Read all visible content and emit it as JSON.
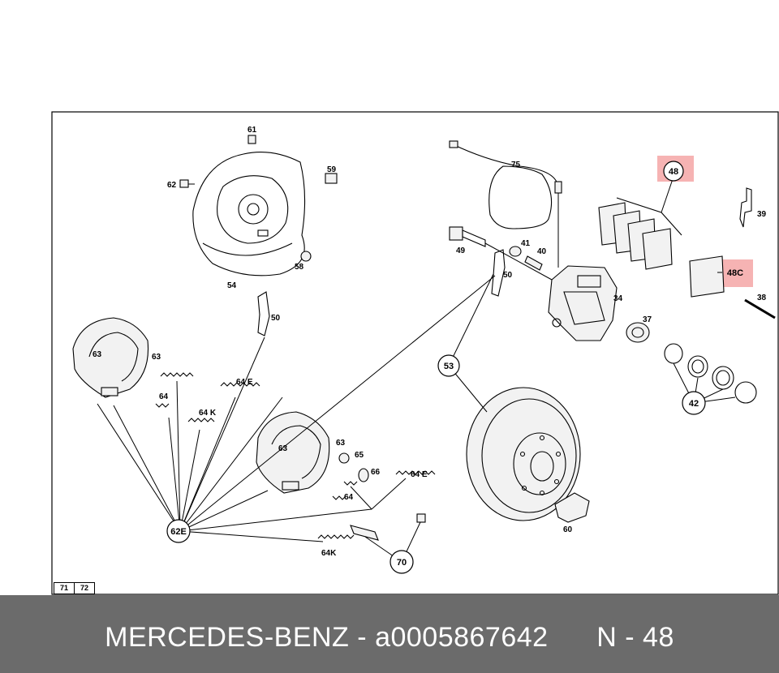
{
  "footer": {
    "brand": "MERCEDES-BENZ",
    "separator": "-",
    "part_number": "a0005867642",
    "position": "N - 48"
  },
  "tabs": [
    "71",
    "72"
  ],
  "callouts": {
    "c61": "61",
    "c62": "62",
    "c59": "59",
    "c58": "58",
    "c54": "54",
    "c75": "75",
    "c49": "49",
    "c41": "41",
    "c40": "40",
    "c50a": "50",
    "c34": "34",
    "c37": "37",
    "c39": "39",
    "c38": "38",
    "c50b": "50",
    "c63a": "63",
    "c63b": "63",
    "c64a": "64",
    "c64Ea": "64 E",
    "c64Ka": "64 K",
    "c63c": "63",
    "c65": "65",
    "c66": "66",
    "c64Eb": "64 E",
    "c64b": "64",
    "c64Kb": "64K",
    "c60": "60"
  },
  "bubbles": {
    "b48": "48",
    "b48C": "48C",
    "b53": "53",
    "b42": "42",
    "b62E": "62E",
    "b70": "70"
  },
  "colors": {
    "highlight": "#f4a6a6",
    "footer_bg": "#6b6b6b",
    "footer_text": "#ffffff"
  }
}
